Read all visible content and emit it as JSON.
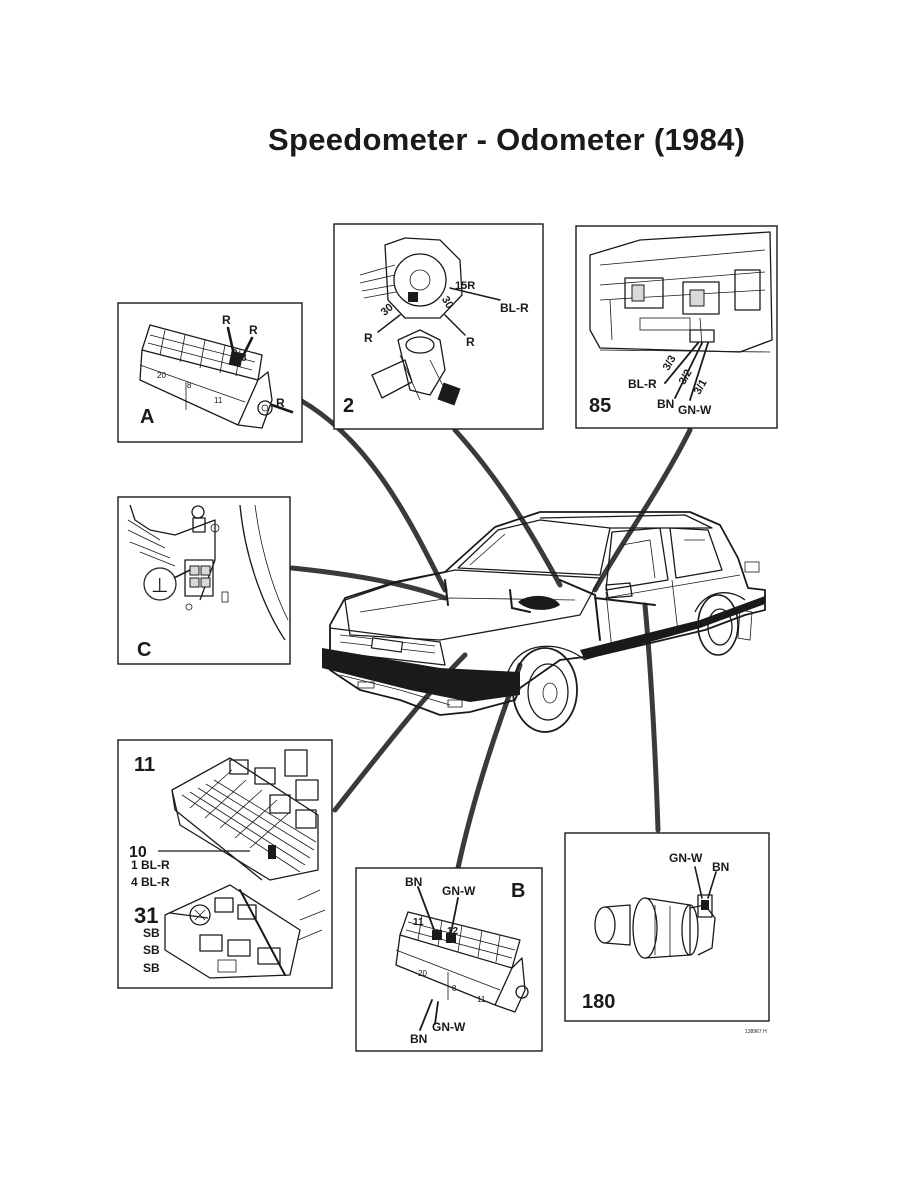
{
  "title": "Speedometer - Odometer (1984)",
  "panels": {
    "A": {
      "label": "A",
      "wires": [
        "R",
        "R",
        "R"
      ],
      "pins": [
        "9",
        "8"
      ],
      "connector_numbers": [
        "20",
        "8",
        "11"
      ]
    },
    "two": {
      "label": "2",
      "wires": [
        "15R",
        "BL-R",
        "R",
        "R"
      ],
      "terminals": [
        "30",
        "30"
      ]
    },
    "eightyfive": {
      "label": "85",
      "pins": [
        "3/3",
        "3/2",
        "3/1"
      ],
      "wires": [
        "BL-R",
        "BN",
        "GN-W"
      ]
    },
    "C": {
      "label": "C",
      "symbol": "⊥"
    },
    "eleven": {
      "label": "11",
      "callout_10": "10",
      "line1": "1 BL-R",
      "line2": "4 BL-R",
      "callout_31": "31",
      "sb": [
        "SB",
        "SB",
        "SB"
      ]
    },
    "B": {
      "label": "B",
      "wires_top": [
        "BN",
        "GN-W"
      ],
      "pins": [
        "11",
        "12"
      ],
      "connector_numbers": [
        "20",
        "8",
        "11"
      ],
      "wires_bottom": [
        "GN-W",
        "BN"
      ]
    },
    "oneeighty": {
      "label": "180",
      "wires": [
        "GN-W",
        "BN"
      ]
    }
  },
  "figure_code": "138967 H"
}
